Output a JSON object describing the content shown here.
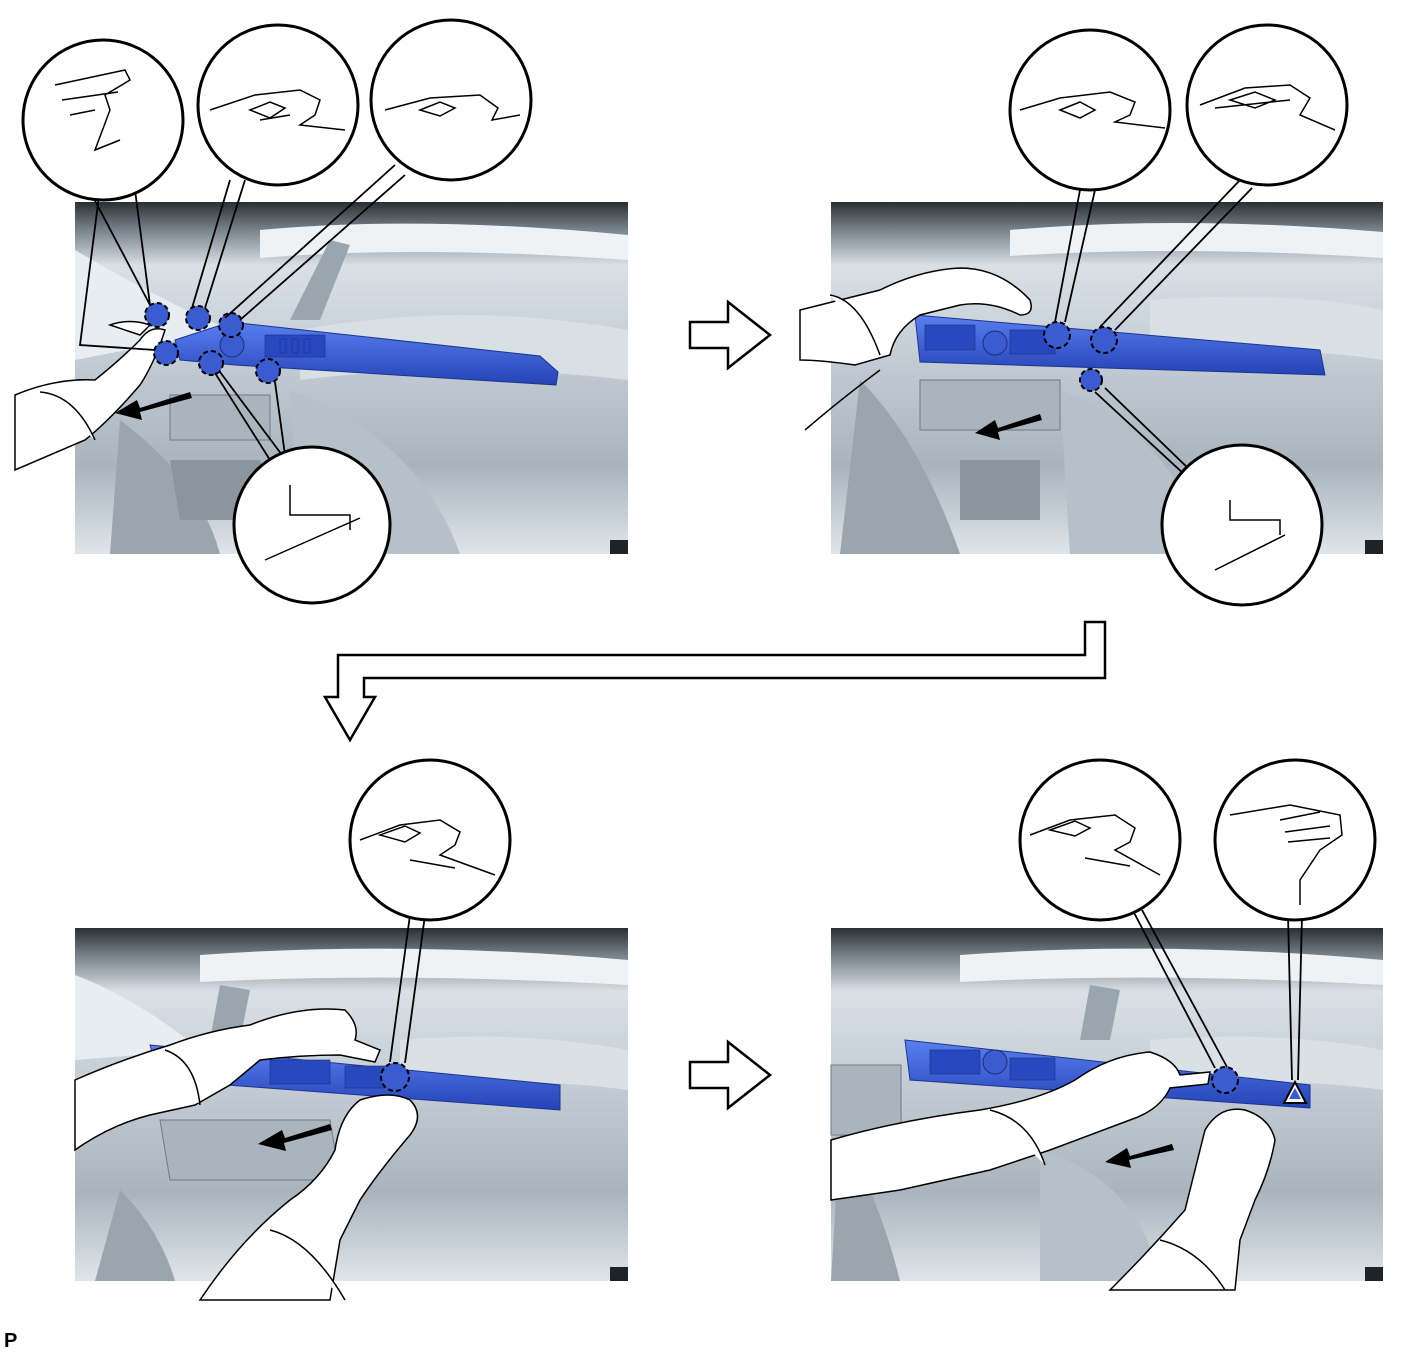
{
  "figure_label": "P",
  "colors": {
    "highlight_panel": "#3d63d8",
    "highlight_panel_dark": "#2343b0",
    "dash_bg": "#c9d2da",
    "dash_light": "#e6ebef",
    "dash_dark": "#1f2326",
    "line": "#000000"
  },
  "panels": [
    {
      "id": "step-1",
      "clip_markers": 6,
      "callouts": 4,
      "pull_arrow": true
    },
    {
      "id": "step-2",
      "clip_markers": 3,
      "callouts": 3,
      "pull_arrow": true
    },
    {
      "id": "step-3",
      "clip_markers": 1,
      "callouts": 1,
      "pull_arrow": true
    },
    {
      "id": "step-4",
      "clip_markers": 1,
      "callouts": 2,
      "pull_arrow": true,
      "triangle_marker": true
    }
  ],
  "flow_arrows": [
    "right",
    "down-left",
    "right"
  ]
}
